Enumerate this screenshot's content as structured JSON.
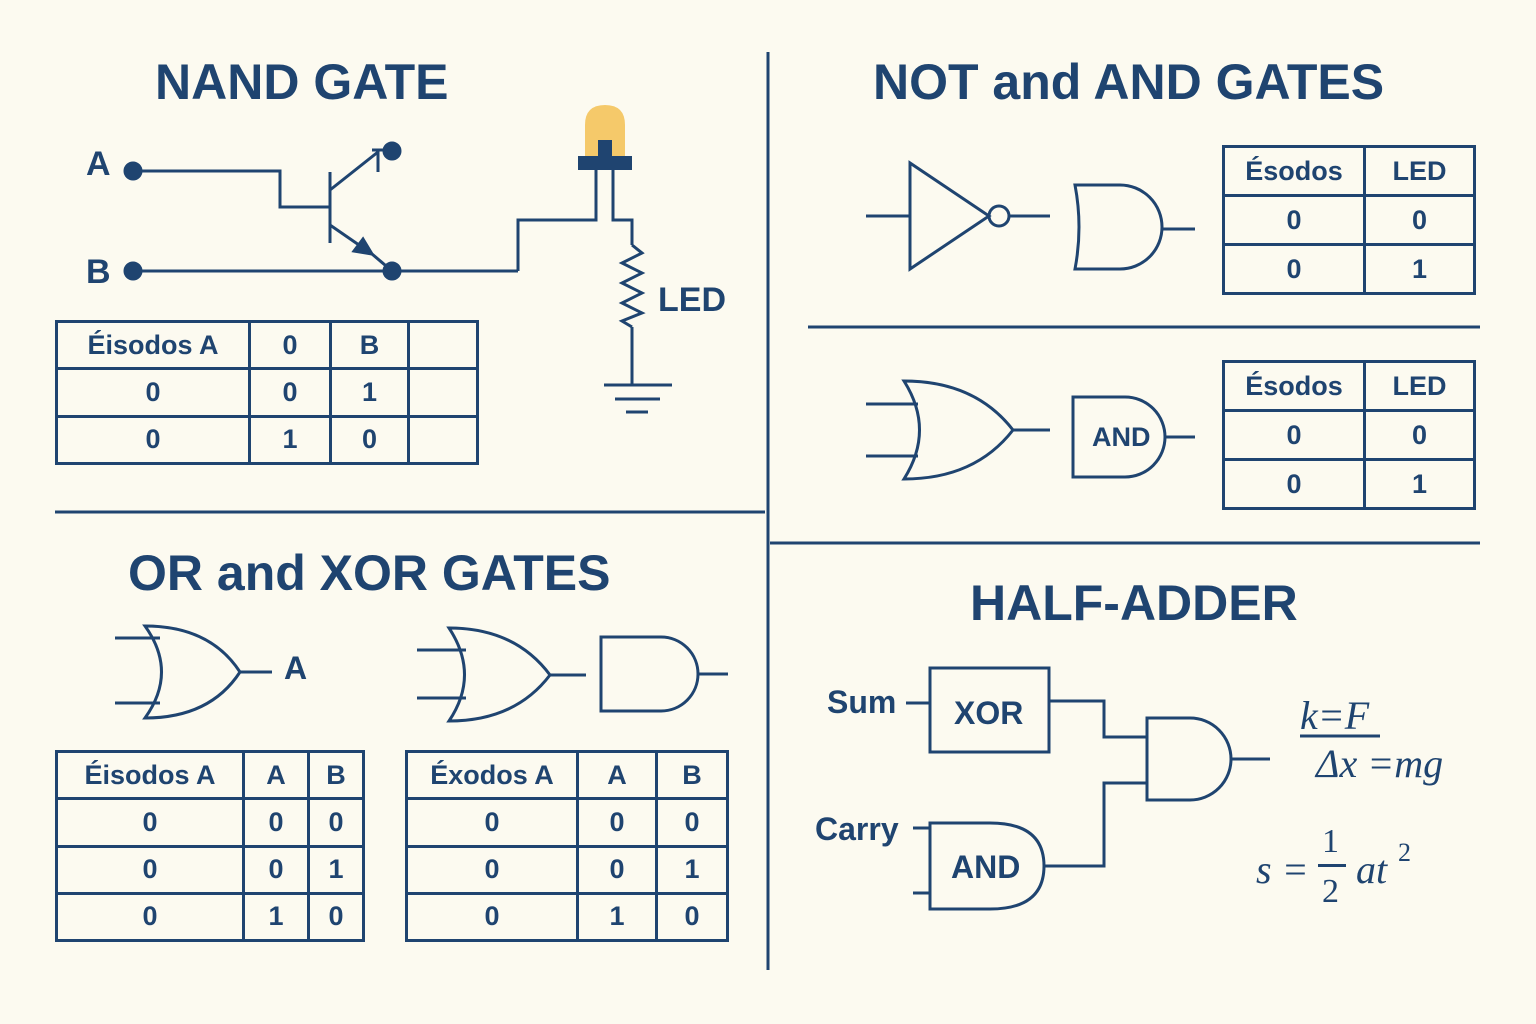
{
  "colors": {
    "background": "#fcfaf0",
    "ink": "#1f4470",
    "led": "#f5c96a"
  },
  "nand": {
    "title": "NAND GATE",
    "input_a": "A",
    "input_b": "B",
    "led_label": "LED",
    "table": [
      [
        "Éisodos A",
        "0",
        "B",
        ""
      ],
      [
        "0",
        "0",
        "1",
        ""
      ],
      [
        "0",
        "1",
        "0",
        ""
      ]
    ]
  },
  "not_and": {
    "title": "NOT and AND GATES",
    "table1": [
      [
        "Ésodos",
        "LED"
      ],
      [
        "0",
        "0"
      ],
      [
        "0",
        "1"
      ]
    ],
    "and_label": "AND",
    "table2": [
      [
        "Ésodos",
        "LED"
      ],
      [
        "0",
        "0"
      ],
      [
        "0",
        "1"
      ]
    ]
  },
  "or_xor": {
    "title": "OR and XOR GATES",
    "output_label": "A",
    "table1": [
      [
        "Éisodos A",
        "A",
        "B"
      ],
      [
        "0",
        "0",
        "0"
      ],
      [
        "0",
        "0",
        "1"
      ],
      [
        "0",
        "1",
        "0"
      ]
    ],
    "table2": [
      [
        "Éxodos A",
        "A",
        "B"
      ],
      [
        "0",
        "0",
        "0"
      ],
      [
        "0",
        "0",
        "1"
      ],
      [
        "0",
        "1",
        "0"
      ]
    ]
  },
  "half_adder": {
    "title": "HALF-ADDER",
    "sum_label": "Sum",
    "carry_label": "Carry",
    "xor_label": "XOR",
    "and_label": "AND",
    "eq1_top": "k=F",
    "eq1_bottom": "Δx =mg",
    "eq2_lhs": "s =",
    "eq2_num": "1",
    "eq2_den": "2",
    "eq2_rhs": "at",
    "eq2_exp": "2"
  }
}
